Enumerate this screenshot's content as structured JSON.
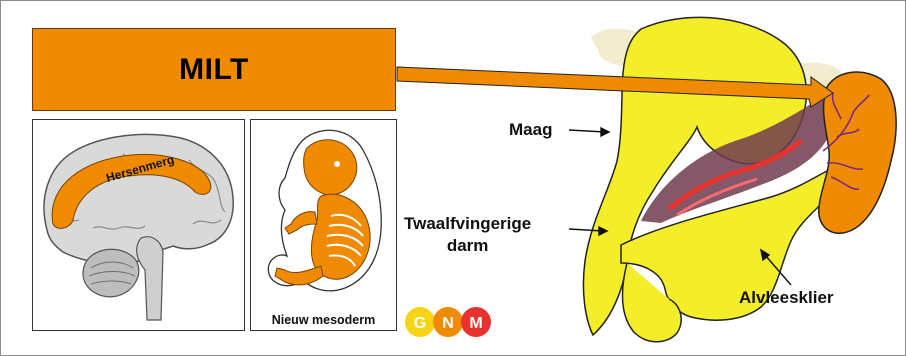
{
  "title": "MILT",
  "brain_label": "Hersenmerg",
  "embryo_label": "Nieuw mesoderm",
  "organ_labels": {
    "stomach": "Maag",
    "duodenum_line1": "Twaalfvingerige",
    "duodenum_line2": "darm",
    "pancreas": "Alvleesklier"
  },
  "logo": {
    "letters": [
      "G",
      "N",
      "M"
    ],
    "colors": [
      "#f7d417",
      "#f08a00",
      "#e8322e"
    ]
  },
  "colors": {
    "accent": "#f08a00",
    "organ": "#f4ee2a",
    "spleen": "#f08a00"
  }
}
